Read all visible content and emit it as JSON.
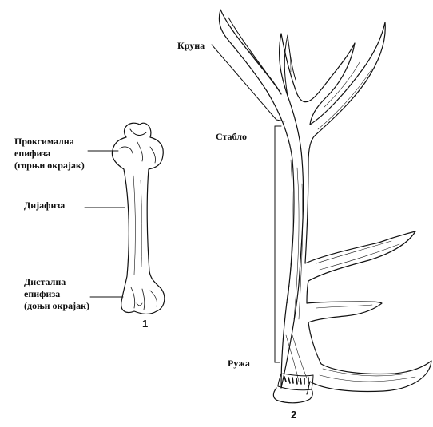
{
  "bone": {
    "proximal_line1": "Проксимална",
    "proximal_line2": "епифиза",
    "proximal_line3": "(горњи окрајак)",
    "diaphysis": "Дијафиза",
    "distal_line1": "Дистална",
    "distal_line2": "епифиза",
    "distal_line3": "(доњи окрајак)",
    "figure_number": "1"
  },
  "antler": {
    "crown": "Круна",
    "beam": "Стабло",
    "burr": "Ружа",
    "figure_number": "2"
  },
  "colors": {
    "ink": "#111111",
    "background": "#ffffff"
  }
}
